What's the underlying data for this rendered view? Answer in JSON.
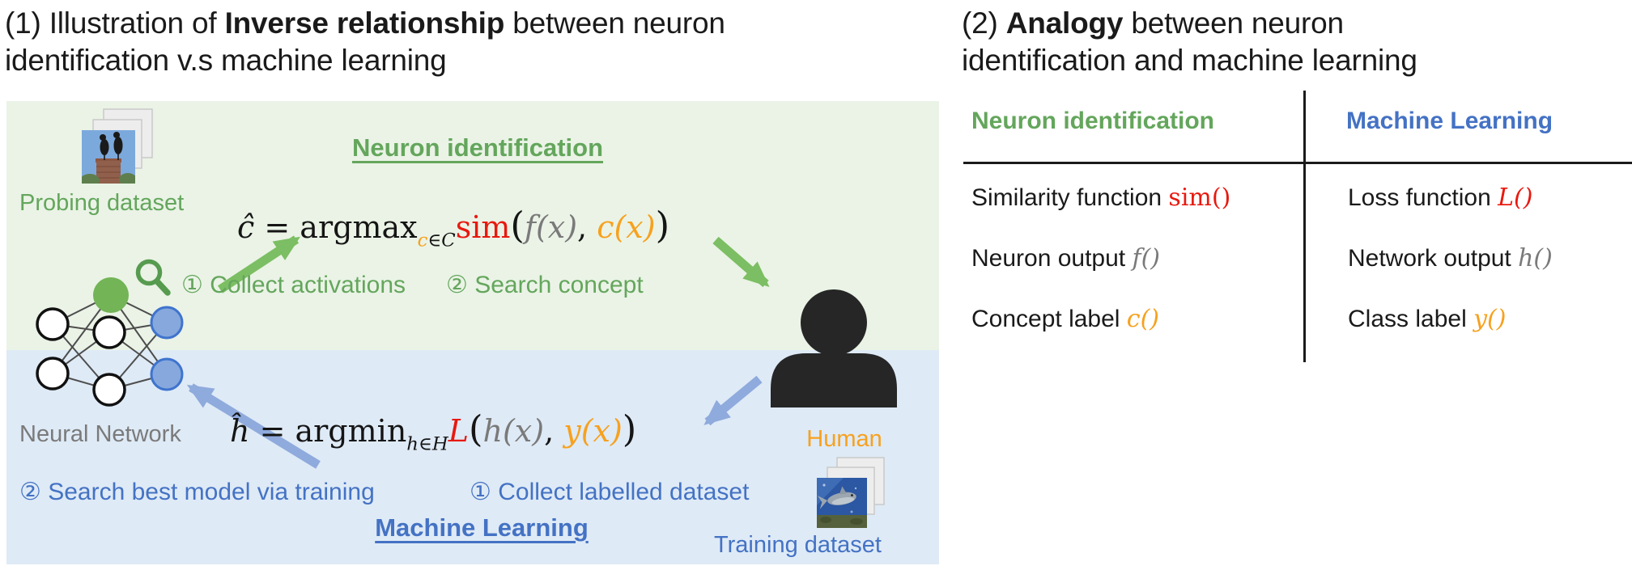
{
  "palette": {
    "green_text": "#64A65C",
    "green_arrow": "#7CBE63",
    "green_node": "#72B456",
    "green_bg": "#EAF3E6",
    "blue_text": "#4472C4",
    "blue_arrow": "#8FAADC",
    "blue_node_fill": "#86A8DC",
    "blue_node_stroke": "#3F74CE",
    "blue_bg": "#DEEAF6",
    "orange": "#F7A11E",
    "red": "#E8190F",
    "gray": "#7A7A7A",
    "black": "#1A1A1A"
  },
  "left": {
    "title": {
      "prefix": "(1) Illustration of ",
      "bold": "Inverse relationship",
      "suffix": " between neuron",
      "line2": "identification v.s machine learning"
    },
    "diagram": {
      "neuron_section_title": "Neuron identification",
      "ml_section_title": "Machine Learning",
      "probing_label": "Probing dataset",
      "network_label": "Neural Network",
      "human_label": "Human",
      "training_label": "Training dataset",
      "steps": {
        "collect_activations": "① Collect activations",
        "search_concept": "② Search concept",
        "search_model": "② Search best model via training",
        "collect_dataset": "① Collect labelled dataset"
      },
      "formula_neuron": {
        "parts": [
          {
            "t": "ĉ",
            "s": "it"
          },
          {
            "t": " = argmax",
            "s": "rm"
          },
          {
            "t": "c",
            "s": "sub-orange"
          },
          {
            "t": "∈",
            "s": "sub"
          },
          {
            "t": "C",
            "s": "sub-it"
          },
          {
            "t": "sim",
            "s": "red-rm"
          },
          {
            "t": "(",
            "s": "big"
          },
          {
            "t": "f(x)",
            "s": "gray-it"
          },
          {
            "t": ",",
            "s": "rm"
          },
          {
            "t": " c(x)",
            "s": "orange-it"
          },
          {
            "t": ")",
            "s": "big"
          }
        ]
      },
      "formula_ml": {
        "parts": [
          {
            "t": "ĥ",
            "s": "it"
          },
          {
            "t": " = argmin",
            "s": "rm"
          },
          {
            "t": "h",
            "s": "sub-it"
          },
          {
            "t": "∈",
            "s": "sub"
          },
          {
            "t": "H",
            "s": "sub-it"
          },
          {
            "t": "L",
            "s": "red-it"
          },
          {
            "t": "(",
            "s": "big"
          },
          {
            "t": "h(x)",
            "s": "gray-it"
          },
          {
            "t": ",",
            "s": "rm"
          },
          {
            "t": " y(x)",
            "s": "orange-it"
          },
          {
            "t": ")",
            "s": "big"
          }
        ]
      },
      "icons": [
        "photo-stack-icon",
        "magnifier-icon",
        "neural-network-icon",
        "human-icon",
        "arrow-icon"
      ]
    }
  },
  "right": {
    "title": {
      "prefix": "(2) ",
      "bold": "Analogy",
      "suffix": " between neuron",
      "line2": "identification and machine learning"
    },
    "table": {
      "header_left": "Neuron identification",
      "header_right": "Machine Learning",
      "rows": [
        {
          "left": {
            "parts": [
              {
                "t": "Similarity function ",
                "s": "plain"
              },
              {
                "t": "sim()",
                "s": "red-rm"
              }
            ]
          },
          "right": {
            "parts": [
              {
                "t": "Loss function ",
                "s": "plain"
              },
              {
                "t": "L()",
                "s": "red-it"
              }
            ]
          }
        },
        {
          "left": {
            "parts": [
              {
                "t": "Neuron output ",
                "s": "plain"
              },
              {
                "t": "f()",
                "s": "gray-it"
              }
            ]
          },
          "right": {
            "parts": [
              {
                "t": "Network output ",
                "s": "plain"
              },
              {
                "t": "h()",
                "s": "gray-it"
              }
            ]
          }
        },
        {
          "left": {
            "parts": [
              {
                "t": "Concept label ",
                "s": "plain"
              },
              {
                "t": "c()",
                "s": "orange-it"
              }
            ]
          },
          "right": {
            "parts": [
              {
                "t": "Class label ",
                "s": "plain"
              },
              {
                "t": "y()",
                "s": "orange-it"
              }
            ]
          }
        }
      ]
    }
  }
}
